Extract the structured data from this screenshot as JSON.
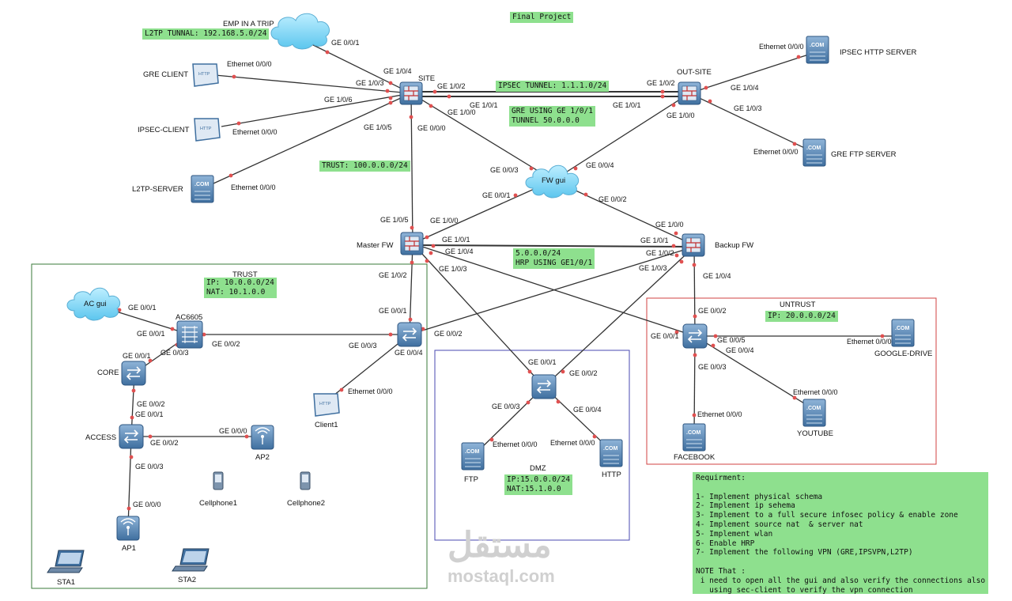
{
  "title": "Final Project",
  "devices": {
    "emp_cloud": "EMP IN A TRIP",
    "fw_gui": "FW gui",
    "ac_gui": "AC gui",
    "site": "SITE",
    "out_site": "OUT-SITE",
    "master_fw": "Master FW",
    "backup_fw": "Backup FW",
    "ac6605": "AC6605",
    "core": "CORE",
    "access": "ACCESS",
    "ap1": "AP1",
    "ap2": "AP2",
    "sta1": "STA1",
    "sta2": "STA2",
    "cellphone1": "Cellphone1",
    "cellphone2": "Cellphone2",
    "client1": "Client1",
    "gre_client": "GRE CLIENT",
    "ipsec_client": "IPSEC-CLIENT",
    "l2tp_server": "L2TP-SERVER",
    "ipsec_http_server": "IPSEC HTTP SERVER",
    "gre_ftp_server": "GRE FTP SERVER",
    "ftp": "FTP",
    "http": "HTTP",
    "google_drive": "GOOGLE-DRIVE",
    "youtube": "YOUTUBE",
    "facebook": "FACEBOOK"
  },
  "icon_text": {
    "com": ".COM",
    "http": "HTTP"
  },
  "zones": {
    "trust": "TRUST",
    "untrust": "UNTRUST",
    "dmz": "DMZ"
  },
  "notes": {
    "l2tp_tunnel": "L2TP TUNNAL: 192.168.5.0/24",
    "ipsec_tunnel": "IPSEC TUNNEL: 1.1.1.0/24",
    "gre_line1": "GRE USING GE 1/0/1",
    "gre_line2": "TUNNEL 50.0.0.0",
    "trust_net": "TRUST: 100.0.0.0/24",
    "hrp_line1": "5.0.0.0/24",
    "hrp_line2": "HRP USING GE1/0/1",
    "trust_ip": "IP: 10.0.0.0/24",
    "trust_nat": "NAT: 10.1.0.0",
    "untrust_ip": "IP: 20.0.0.0/24",
    "dmz_ip": "IP:15.0.0.0/24",
    "dmz_nat": "NAT:15.1.0.0"
  },
  "ports": {
    "emp_ge001": "GE 0/0/1",
    "site_ge104": "GE 1/0/4",
    "site_ge103": "GE 1/0/3",
    "site_ge106": "GE 1/0/6",
    "site_ge105": "GE 1/0/5",
    "site_ge102": "GE 1/0/2",
    "site_ge101": "GE 1/0/1",
    "site_ge100": "GE 1/0/0",
    "site_ge000": "GE 0/0/0",
    "greclient_eth": "Ethernet 0/0/0",
    "ipsecclient_eth": "Ethernet 0/0/0",
    "l2tp_eth": "Ethernet 0/0/0",
    "out_ge102": "GE 1/0/2",
    "out_ge101": "GE 1/0/1",
    "out_ge100": "GE 1/0/0",
    "out_ge104": "GE 1/0/4",
    "out_ge103": "GE 1/0/3",
    "httpsrv_eth": "Ethernet 0/0/0",
    "ftpsrv_eth": "Ethernet 0/0/0",
    "fw_ge003": "GE 0/0/3",
    "fw_ge004": "GE 0/0/4",
    "fw_ge001": "GE 0/0/1",
    "fw_ge002": "GE 0/0/2",
    "mfw_ge105": "GE 1/0/5",
    "mfw_ge100": "GE 1/0/0",
    "mfw_ge101": "GE 1/0/1",
    "mfw_ge104": "GE 1/0/4",
    "mfw_ge103": "GE 1/0/3",
    "mfw_ge102": "GE 1/0/2",
    "bfw_ge100": "GE 1/0/0",
    "bfw_ge101": "GE 1/0/1",
    "bfw_ge102": "GE 1/0/2",
    "bfw_ge103": "GE 1/0/3",
    "bfw_ge104": "GE 1/0/4",
    "tsw_ge001": "GE 0/0/1",
    "tsw_ge002": "GE 0/0/2",
    "tsw_ge003": "GE 0/0/3",
    "tsw_ge004": "GE 0/0/4",
    "acgui_ge001": "GE 0/0/1",
    "ac_ge001": "GE 0/0/1",
    "ac_ge002": "GE 0/0/2",
    "ac_ge003": "GE 0/0/3",
    "core_ge001": "GE 0/0/1",
    "core_ge002": "GE 0/0/2",
    "access_ge001": "GE 0/0/1",
    "access_ge002": "GE 0/0/2",
    "access_ge003": "GE 0/0/3",
    "ap2_ge000": "GE 0/0/0",
    "ap1_ge000": "GE 0/0/0",
    "client1_eth": "Ethernet 0/0/0",
    "dsw_ge001": "GE 0/0/1",
    "dsw_ge002": "GE 0/0/2",
    "dsw_ge003": "GE 0/0/3",
    "dsw_ge004": "GE 0/0/4",
    "ftp_eth": "Ethernet 0/0/0",
    "http_eth": "Ethernet 0/0/0",
    "usw_ge002": "GE 0/0/2",
    "usw_ge001": "GE 0/0/1",
    "usw_ge005": "GE 0/0/5",
    "usw_ge004": "GE 0/0/4",
    "usw_ge003": "GE 0/0/3",
    "gd_eth": "Ethernet 0/0/0",
    "yt_eth": "Ethernet 0/0/0",
    "fb_eth": "Ethernet 0/0/0"
  },
  "requirements": {
    "heading": "Requirment:",
    "items": [
      "1- Implement physical schema",
      "2- Implement ip sehema",
      "3- Implement to a full secure infosec policy & enable zone",
      "4- Implement source nat  & server nat",
      "5- Implement wlan",
      "6- Enable HRP",
      "7- Implement the following VPN (GRE,IPSVPN,L2TP)"
    ],
    "note_heading": "NOTE That :",
    "note_line1": " i need to open all the gui and also verify the connections also",
    "note_line2": "   using sec-client to verify the vpn connection"
  },
  "watermark": {
    "arabic": "مستقل",
    "latin": "mostaql.com"
  },
  "colors": {
    "green_box": "#8ee08e",
    "link": "#333333",
    "port_dot": "#e05050",
    "trust_zone": "#3a7a3a",
    "untrust_zone": "#d04040",
    "dmz_zone": "#4a4ab0",
    "device_blue": "#3f6f9f",
    "cloud": "#6fd0f2"
  }
}
